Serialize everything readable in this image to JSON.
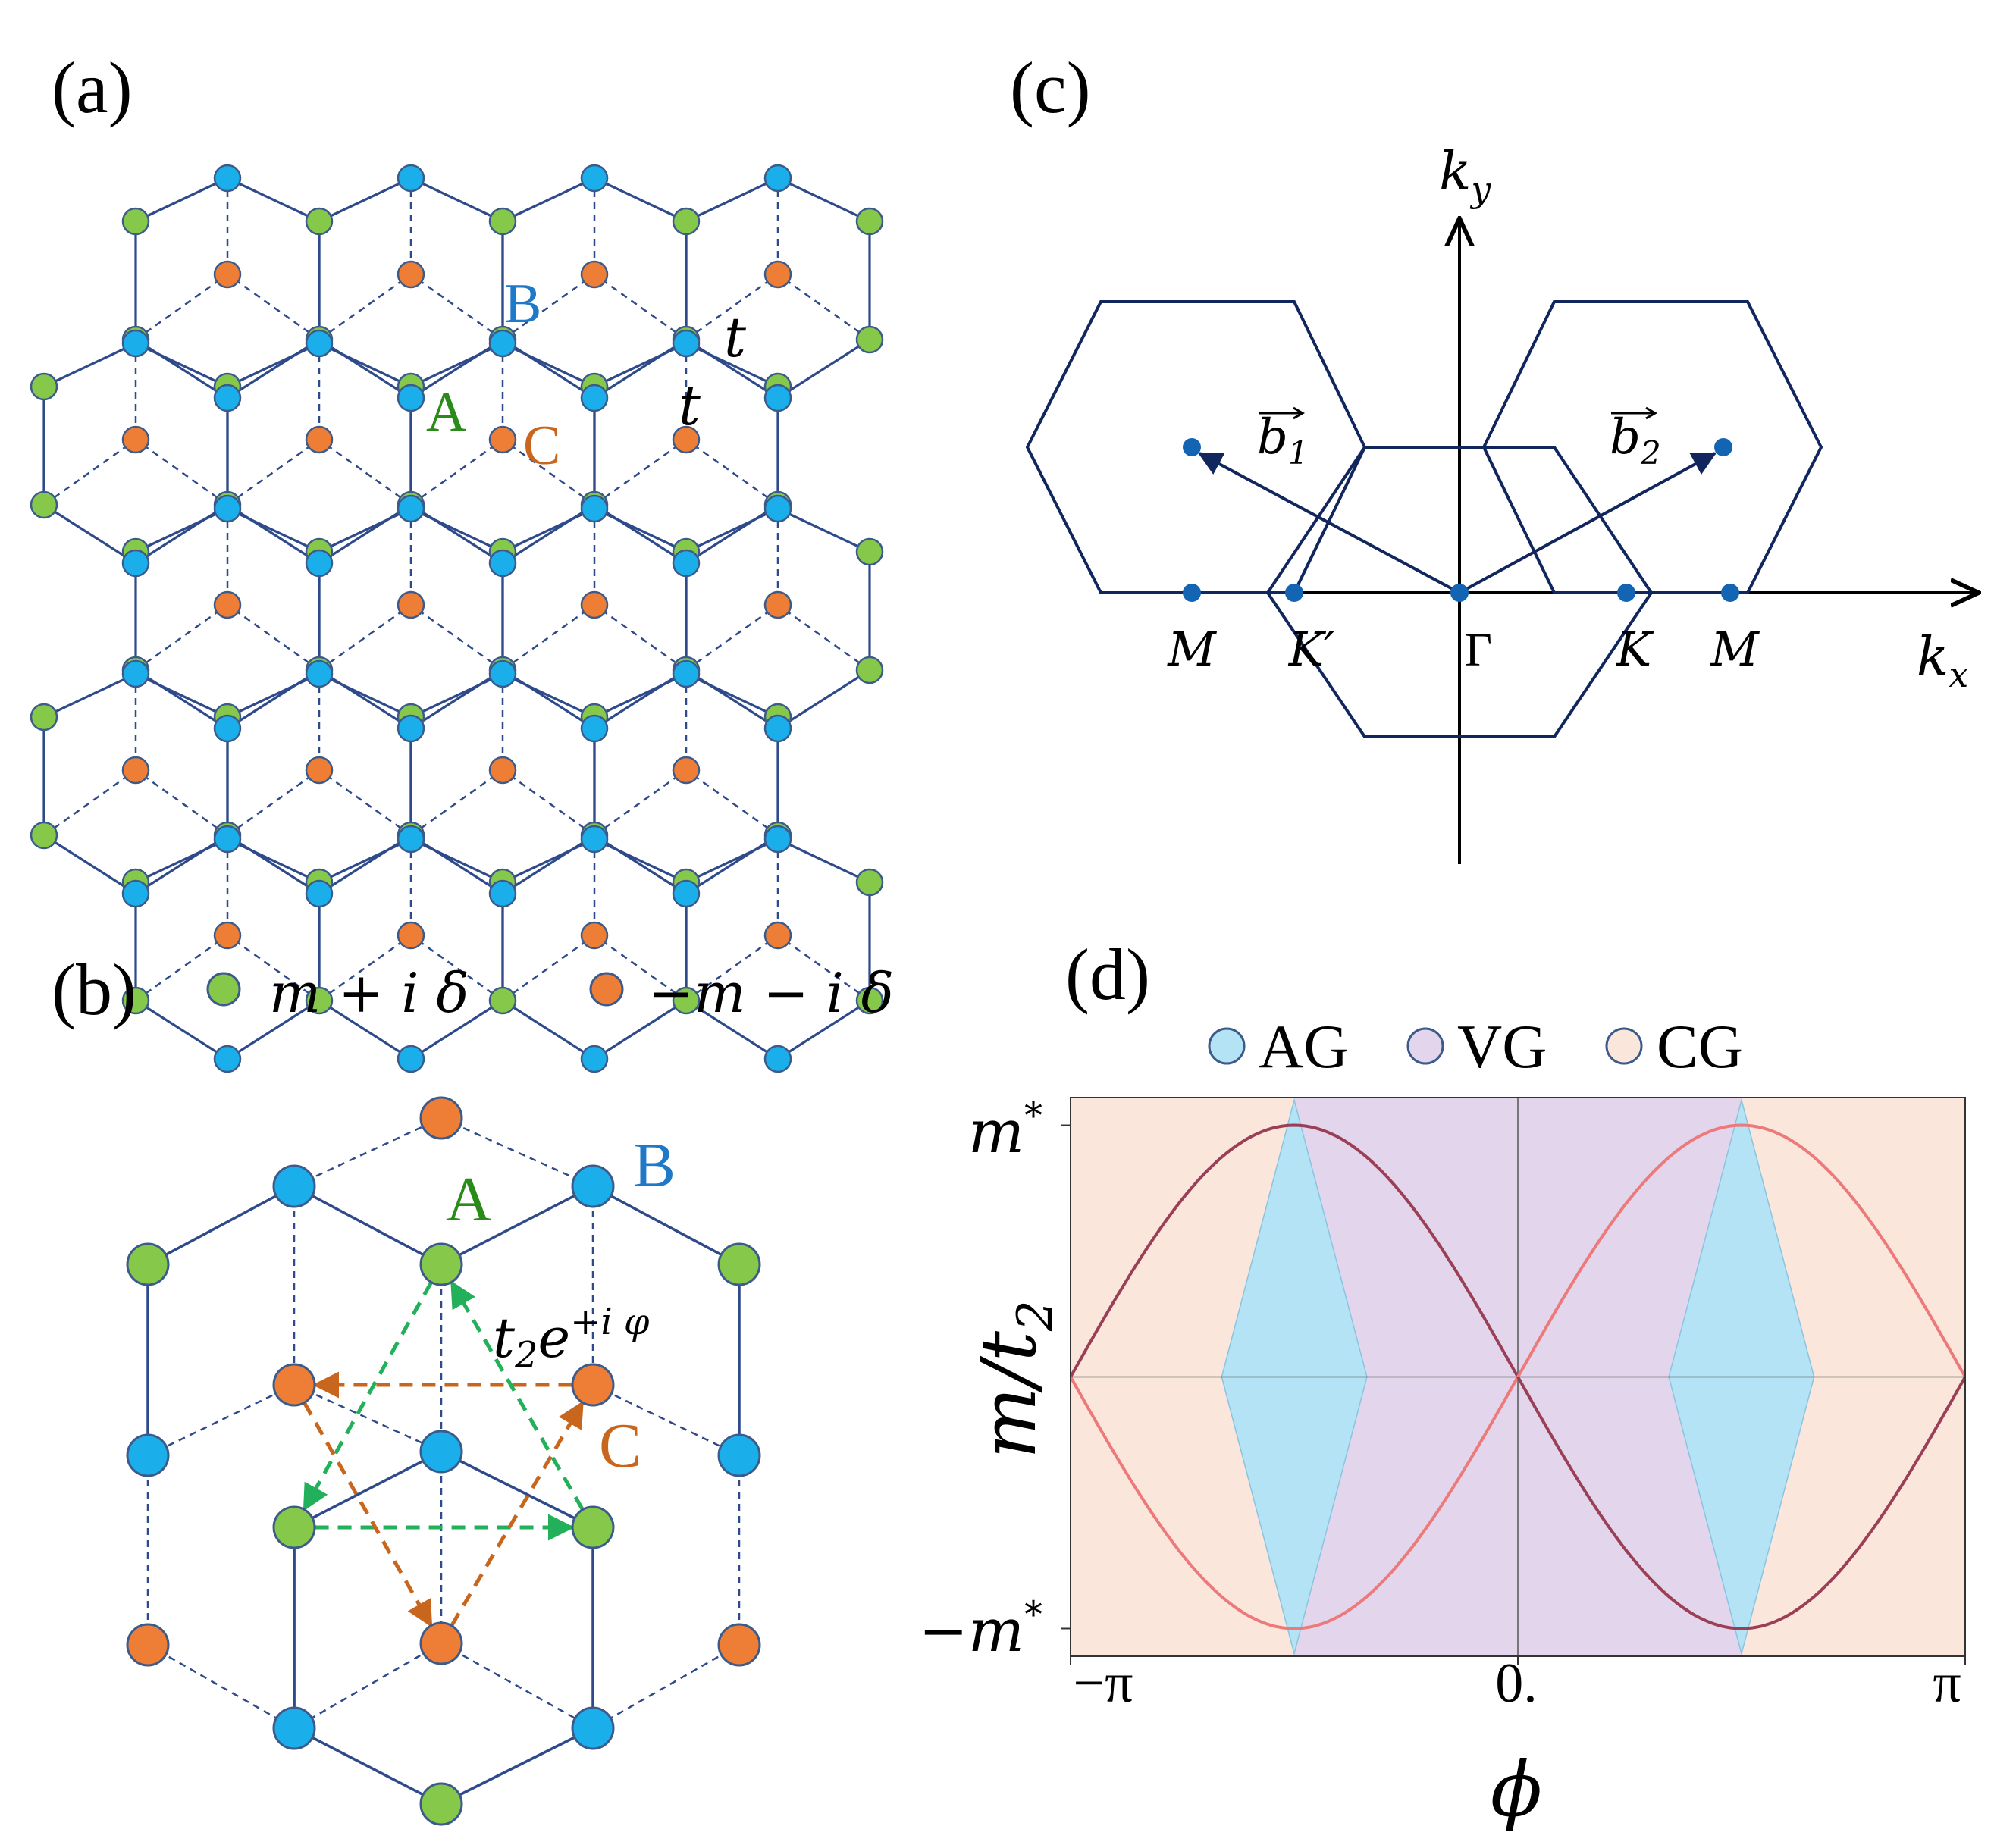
{
  "panels": {
    "a": {
      "label": "(a)",
      "site_A": "A",
      "site_B": "B",
      "site_C": "C",
      "hop_1": "t",
      "hop_2": "t"
    },
    "b": {
      "label": "(b)",
      "legend_green": "m + i δ",
      "legend_orange": "−m − i δ",
      "site_A": "A",
      "site_B": "B",
      "site_C": "C",
      "hop_base": "t",
      "hop_sub": "2",
      "hop_exp": "e",
      "hop_sup": "+i φ"
    },
    "c": {
      "label": "(c)",
      "axis_y": "k",
      "axis_y_sub": "y",
      "axis_x": "k",
      "axis_x_sub": "x",
      "vec1": "b",
      "vec1_sub": "1",
      "vec2": "b",
      "vec2_sub": "2",
      "points": [
        "M",
        "K′",
        "Γ",
        "K",
        "M"
      ]
    },
    "d": {
      "label": "(d)"
    }
  },
  "colors": {
    "site_A": "#86c84a",
    "site_B": "#1aaeeb",
    "site_C": "#ee7e35",
    "label_A": "#2a8a1a",
    "label_B": "#1f78c8",
    "label_C": "#c8661e",
    "bond": "#2e4a8a",
    "bz": "#12265e",
    "hop_green": "#22b05a",
    "hop_orange": "#c8661e",
    "region_AG": "#b3e3f5",
    "region_VG": "#e3d6ec",
    "region_CG": "#fbe6dc",
    "curve_dark": "#9a3f55",
    "curve_light": "#ec7a7a"
  },
  "chart_data": {
    "type": "area",
    "title": "",
    "xlabel": "ϕ",
    "ylabel": "m/t",
    "ylabel_sub": "2",
    "xlim": [
      -3.1416,
      3.1416
    ],
    "ylim": [
      -1.11,
      1.11
    ],
    "x_ticks": [
      {
        "value": -3.1416,
        "label": "−π"
      },
      {
        "value": 0,
        "label": "0."
      },
      {
        "value": 3.1416,
        "label": "π"
      }
    ],
    "y_ticks": [
      {
        "value": 1,
        "label": "m",
        "sup": "*"
      },
      {
        "value": -1,
        "label": "−m",
        "sup": "*"
      }
    ],
    "legend": {
      "position": "top",
      "entries": [
        {
          "name": "AG",
          "color": "#b3e3f5"
        },
        {
          "name": "VG",
          "color": "#e3d6ec"
        },
        {
          "name": "CG",
          "color": "#fbe6dc"
        }
      ]
    },
    "regions": [
      {
        "name": "CG",
        "range": [
          -3.1416,
          3.1416
        ]
      },
      {
        "name": "VG",
        "range": [
          -1.5708,
          1.5708
        ]
      },
      {
        "name": "AG",
        "polygon": [
          [
            -1.5708,
            1.1
          ],
          [
            -2.08,
            0
          ],
          [
            -1.5708,
            -1.1
          ],
          [
            -1.06,
            0
          ]
        ]
      },
      {
        "name": "AG",
        "polygon": [
          [
            1.5708,
            1.1
          ],
          [
            1.06,
            0
          ],
          [
            1.5708,
            -1.1
          ],
          [
            2.08,
            0
          ]
        ]
      }
    ],
    "series": [
      {
        "function": "-sin(x)",
        "x_range": [
          -3.1416,
          0
        ],
        "color": "curve_dark"
      },
      {
        "function": "sin(x)",
        "x_range": [
          -3.1416,
          0
        ],
        "color": "curve_light"
      },
      {
        "function": "-sin(x)",
        "x_range": [
          0,
          3.1416
        ],
        "color": "curve_dark"
      },
      {
        "function": "sin(x)",
        "x_range": [
          0,
          3.1416
        ],
        "color": "curve_light"
      }
    ]
  }
}
